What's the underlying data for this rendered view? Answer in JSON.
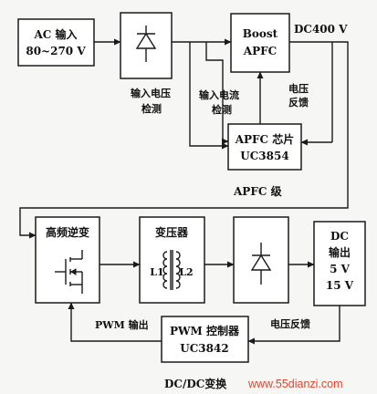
{
  "blocks": {
    "ac_input": [
      "AC 输入",
      "80~270 V"
    ],
    "boost_apfc": [
      "Boost",
      "APFC"
    ],
    "apfc_chip": [
      "APFC 芯片",
      "UC3854"
    ],
    "hf_inverter": "高频逆变",
    "transformer": "变压器",
    "transformer_l1": "L1",
    "transformer_l2": "L2",
    "dc_output": [
      "DC",
      "输出",
      "5 V",
      "15 V"
    ],
    "pwm_controller": [
      "PWM 控制器",
      "UC3842"
    ]
  },
  "labels": {
    "dc400v": "DC400 V",
    "input_voltage_detect": [
      "输入电压",
      "检测"
    ],
    "input_current_detect": [
      "输入电流",
      "检测"
    ],
    "voltage_feedback_top": [
      "电压",
      "反馈"
    ],
    "apfc_stage": "APFC 级",
    "pwm_output": "PWM 输出",
    "voltage_feedback_bottom": "电压反馈",
    "dcdc_stage": "DC/DC变换",
    "watermark": "www.55dianzi.com"
  },
  "colors": {
    "line": "#1a1a1a",
    "background": "#f6f6f4",
    "watermark": "#e0442e"
  },
  "icons": [
    "rectifier-diode-icon",
    "rectifier-diode-icon",
    "mosfet-icon",
    "transformer-coil-icon"
  ]
}
